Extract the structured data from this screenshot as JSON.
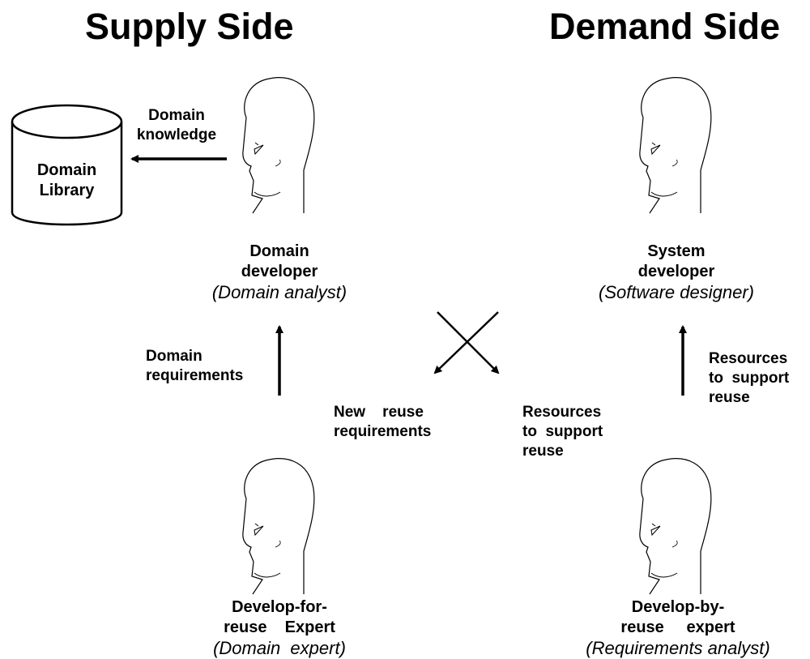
{
  "headings": {
    "supply": "Supply  Side",
    "demand": "Demand  Side"
  },
  "library": {
    "line1": "Domain",
    "line2": "Library"
  },
  "arrows": {
    "domain_knowledge": [
      "Domain",
      "knowledge"
    ],
    "domain_requirements": [
      "Domain",
      "requirements"
    ],
    "new_reuse_requirements": [
      "New    reuse",
      "requirements"
    ],
    "resources_center": [
      "Resources",
      "to  support",
      "reuse"
    ],
    "resources_right": [
      "Resources",
      "to  support",
      "reuse"
    ]
  },
  "roles": {
    "domain_developer": {
      "name": [
        "Domain",
        "developer"
      ],
      "alias": "(Domain analyst)"
    },
    "system_developer": {
      "name": [
        "System",
        "developer"
      ],
      "alias": "(Software designer)"
    },
    "develop_for_reuse": {
      "name": [
        "Develop-for-",
        "reuse    Expert"
      ],
      "alias": "(Domain  expert)"
    },
    "develop_by_reuse": {
      "name": [
        "Develop-by-",
        "reuse     expert"
      ],
      "alias": "(Requirements analyst)"
    }
  },
  "colors": {
    "ink": "#000000",
    "background": "#ffffff"
  }
}
